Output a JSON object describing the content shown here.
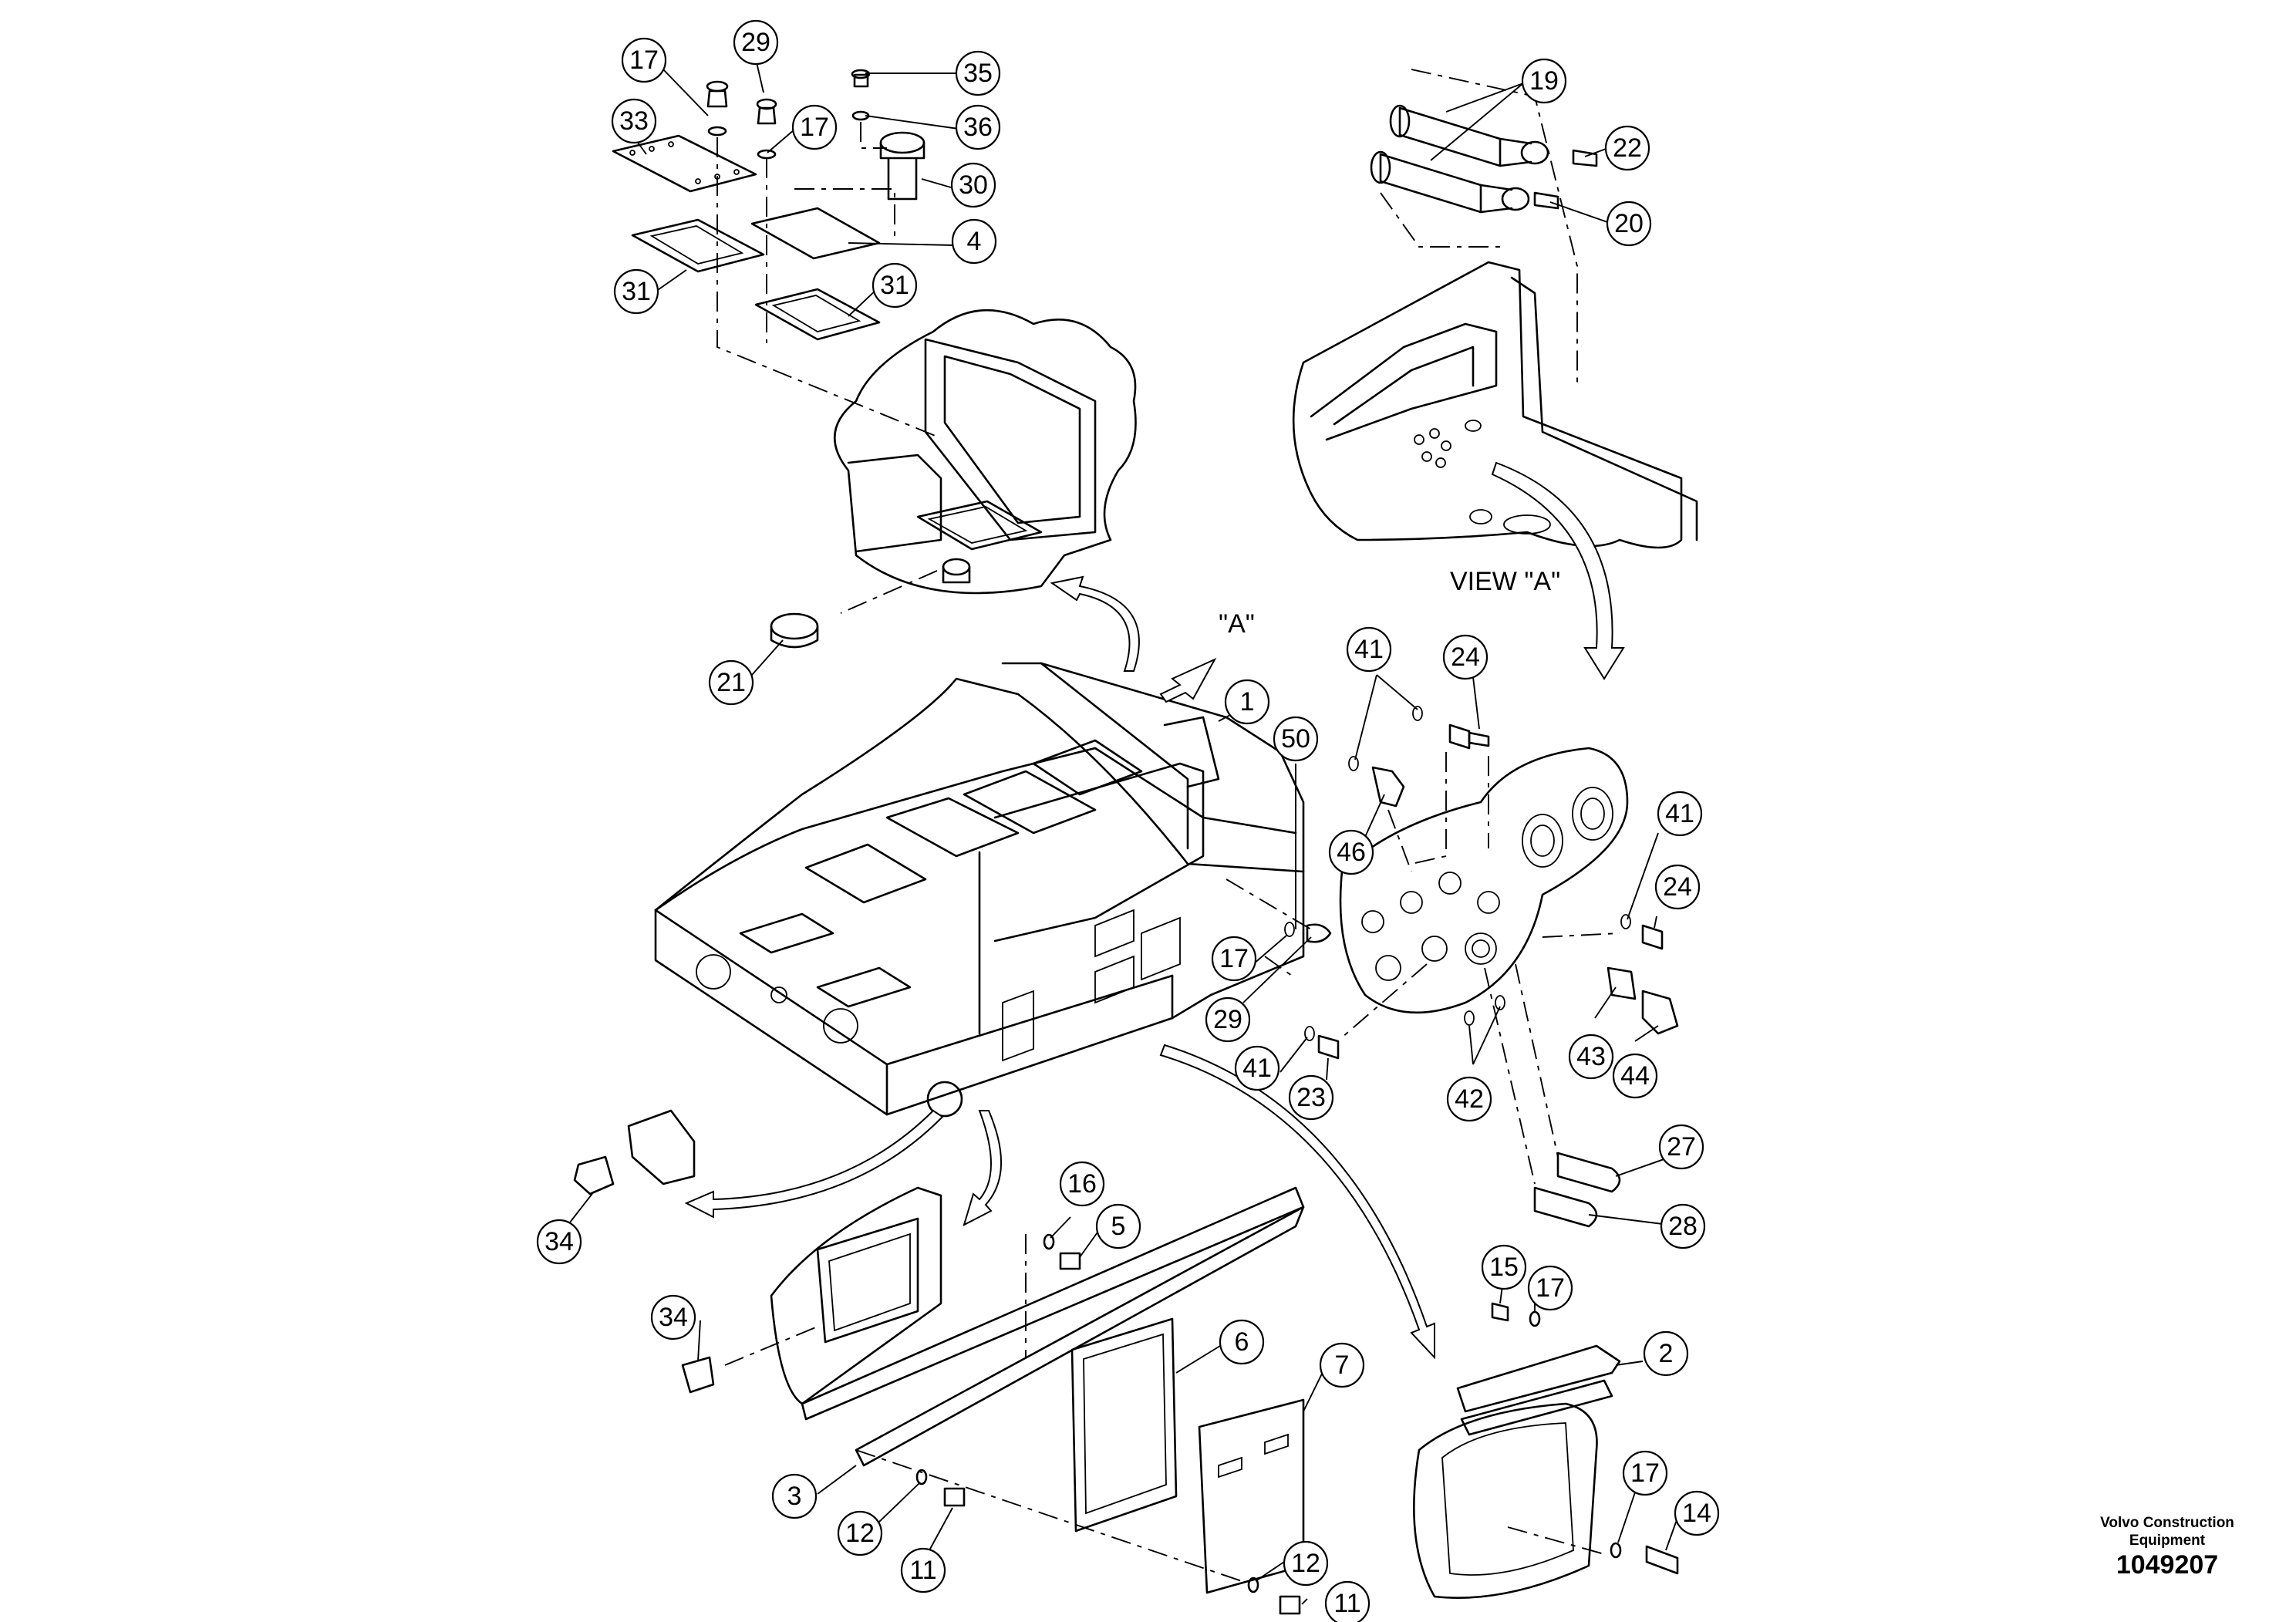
{
  "callouts": [
    {
      "label": "17"
    },
    {
      "label": "29"
    },
    {
      "label": "35"
    },
    {
      "label": "36"
    },
    {
      "label": "33"
    },
    {
      "label": "17"
    },
    {
      "label": "30"
    },
    {
      "label": "4"
    },
    {
      "label": "31"
    },
    {
      "label": "31"
    },
    {
      "label": "19"
    },
    {
      "label": "22"
    },
    {
      "label": "20"
    },
    {
      "label": "21"
    },
    {
      "label": "41"
    },
    {
      "label": "24"
    },
    {
      "label": "1"
    },
    {
      "label": "50"
    },
    {
      "label": "46"
    },
    {
      "label": "41"
    },
    {
      "label": "24"
    },
    {
      "label": "17"
    },
    {
      "label": "29"
    },
    {
      "label": "41"
    },
    {
      "label": "23"
    },
    {
      "label": "42"
    },
    {
      "label": "43"
    },
    {
      "label": "44"
    },
    {
      "label": "27"
    },
    {
      "label": "28"
    },
    {
      "label": "34"
    },
    {
      "label": "16"
    },
    {
      "label": "5"
    },
    {
      "label": "34"
    },
    {
      "label": "6"
    },
    {
      "label": "7"
    },
    {
      "label": "15"
    },
    {
      "label": "17"
    },
    {
      "label": "2"
    },
    {
      "label": "3"
    },
    {
      "label": "12"
    },
    {
      "label": "11"
    },
    {
      "label": "12"
    },
    {
      "label": "11"
    },
    {
      "label": "17"
    },
    {
      "label": "14"
    }
  ],
  "view_labels": {
    "view_a": "VIEW \"A\"",
    "arrow_a": "\"A\""
  },
  "footer": {
    "company": "Volvo Construction Equipment",
    "document_number": "1049207"
  }
}
